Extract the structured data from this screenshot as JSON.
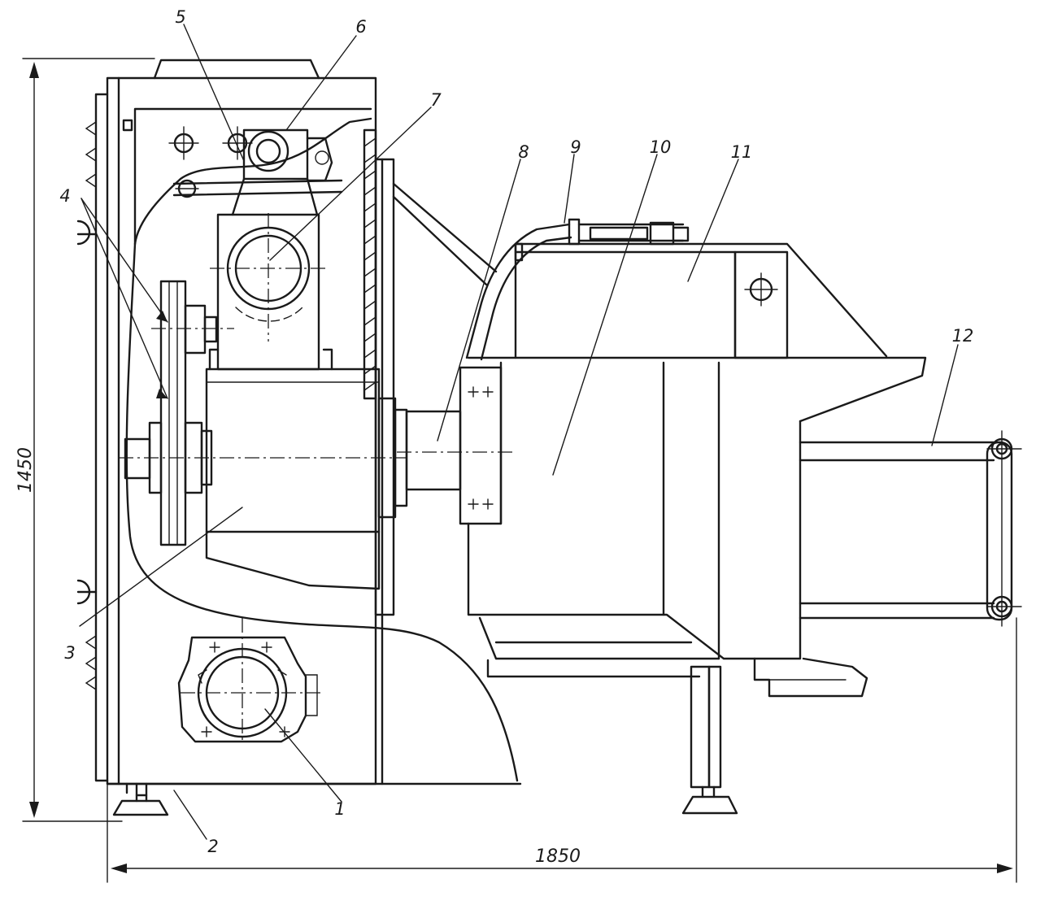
{
  "dimensions": {
    "height": "1450",
    "width": "1850"
  },
  "callouts": {
    "c1": "1",
    "c2": "2",
    "c3": "3",
    "c4": "4",
    "c5": "5",
    "c6": "6",
    "c7": "7",
    "c8": "8",
    "c9": "9",
    "c10": "10",
    "c11": "11",
    "c12": "12"
  },
  "colors": {
    "ink": "#1a1a1a",
    "paper": "#ffffff"
  }
}
